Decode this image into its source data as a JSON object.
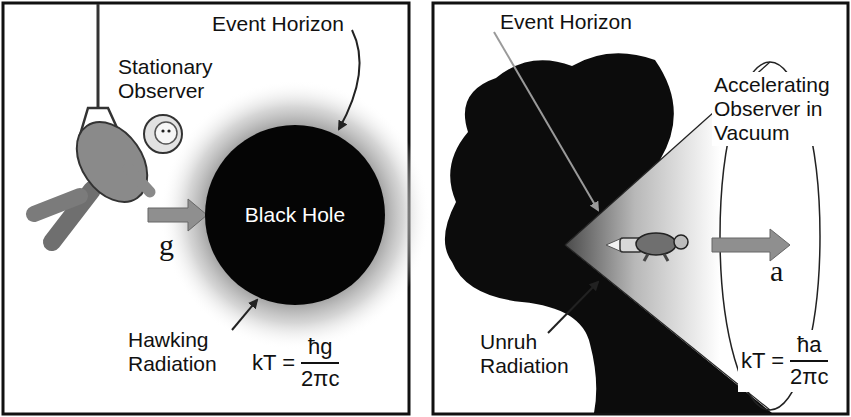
{
  "diagram": {
    "nodes": [
      {
        "text": [
          "Black Hole"
        ]
      }
    ],
    "labels": [
      "Event Horizon",
      "Stationary Observer",
      "g",
      "Hawking Radiation",
      "kT =",
      "ħg",
      "2πc",
      "Event Horizon",
      "Accelerating Observer in Vacuum",
      "a",
      "Unruh Radiation",
      "kT =",
      "ħa",
      "2πc"
    ]
  }
}
